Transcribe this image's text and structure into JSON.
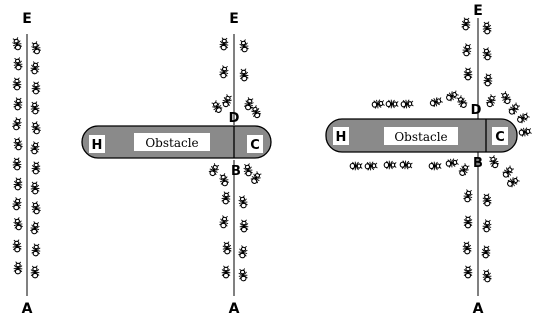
{
  "panels": [
    {
      "id": "left",
      "top_label": "E",
      "bottom_label": "A",
      "has_obstacle": false
    },
    {
      "id": "middle",
      "top_label": "E",
      "bottom_label": "A",
      "has_obstacle": true,
      "obstacle_text": "Obstacle",
      "end_left": "H",
      "end_right": "C",
      "point_above": "D",
      "point_below": "B"
    },
    {
      "id": "right",
      "top_label": "E",
      "bottom_label": "A",
      "has_obstacle": true,
      "obstacle_text": "Obstacle",
      "end_left": "H",
      "end_right": "C",
      "point_above": "D",
      "point_below": "B"
    }
  ],
  "colors": {
    "line": "#000000",
    "obstacle_fill": "#8a8a8a",
    "obstacle_label_bg": "#ffffff",
    "ant": "#000000"
  },
  "icons": {
    "agent": "ant-icon"
  }
}
